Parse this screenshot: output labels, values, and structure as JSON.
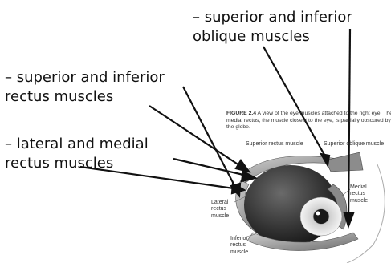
{
  "callouts": {
    "oblique": [
      "– superior and inferior",
      "oblique muscles"
    ],
    "rectus_superior_inferior": [
      "– superior and inferior",
      "rectus muscles"
    ],
    "rectus_lateral_medial": [
      "– lateral and medial",
      "rectus muscles"
    ]
  },
  "figure": {
    "number": "FIGURE 2.4",
    "caption": "A view of the eye muscles attached to the right eye. The medial rectus, the muscle closest to the eye, is partially obscured by the globe."
  },
  "labels": {
    "superior_rectus": "Superior rectus muscle",
    "superior_oblique": "Superior oblique muscle",
    "lateral_rectus": "Lateral rectus muscle",
    "medial_rectus": "Medial rectus muscle",
    "inferior_rectus": "Inferior rectus muscle"
  },
  "colors": {
    "text": "#111111",
    "arrow": "#111111",
    "muscle": "#9a9a9a",
    "globe": "#3a3a3a",
    "iris": "#d8d8d8"
  }
}
